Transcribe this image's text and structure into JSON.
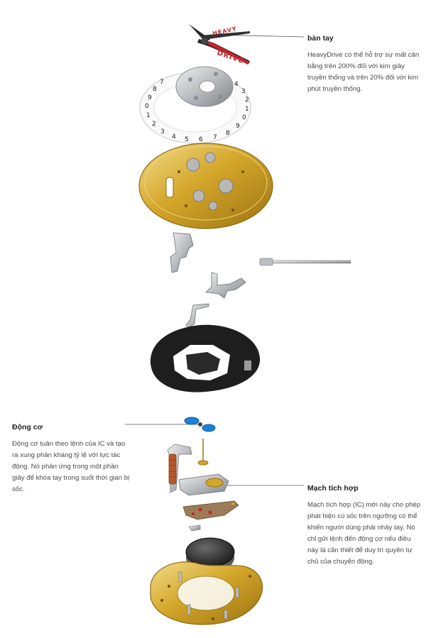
{
  "callouts": {
    "hands": {
      "title": "bàn tay",
      "body": "HeavyDrive có thể hỗ trợ sự mất cân bằng trên 200% đối với kim giây truyền thống và trên 20% đối với kim phút truyền thống."
    },
    "motor": {
      "title": "Động cơ",
      "body": "Động cơ tuân theo lệnh của IC và tạo ra xung phản kháng tỷ lệ với lực tác động. Nó phản ứng trong một phần giây để khóa tay trong suốt thời gian bị sốc."
    },
    "ic": {
      "title": "Mạch tích hợp",
      "body": "Mạch tích hợp (IC) mới này cho phép phát hiện cú sốc trên ngưỡng có thể khiến người dùng phải nhảy tay. Nó chỉ gửi lệnh đến động cơ nếu điều này là cần thiết để duy trì quyền tự chủ của chuyển động."
    }
  },
  "hand_logo_text": "HEAVY DRIVE",
  "colors": {
    "gold": "#d4a62a",
    "gold_dark": "#9c7412",
    "steel": "#b9bcc0",
    "black_part": "#1e1e1e",
    "hand_red": "#c8242a",
    "motor_blue": "#1e7fd6",
    "leader_line": "#555555"
  }
}
